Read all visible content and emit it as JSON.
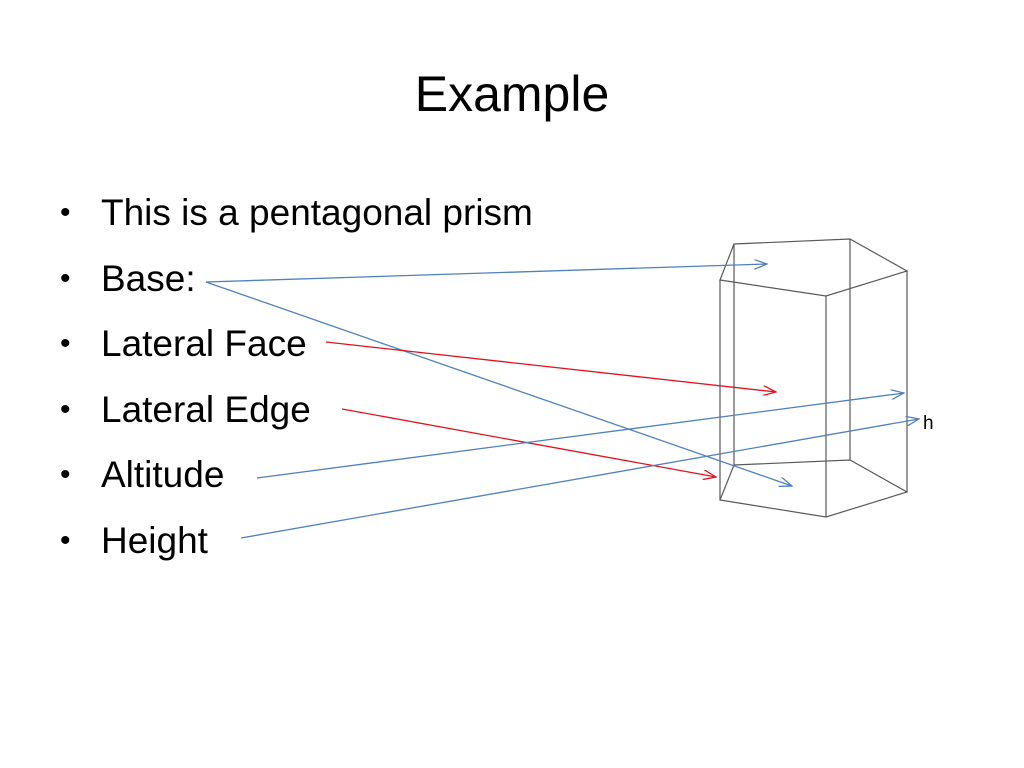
{
  "slide": {
    "title": "Example",
    "bullets": [
      {
        "text": "This is a pentagonal prism"
      },
      {
        "text": "Base:"
      },
      {
        "text": "Lateral Face"
      },
      {
        "text": "Lateral Edge"
      },
      {
        "text": "Altitude"
      },
      {
        "text": "Height"
      }
    ],
    "bullet_symbol": "•"
  },
  "diagram": {
    "shape": "pentagonal-prism",
    "height_label": "h",
    "colors": {
      "edges": "#595959",
      "blue_arrow": "#4f81bd",
      "red_arrow": "#e0141e"
    }
  }
}
